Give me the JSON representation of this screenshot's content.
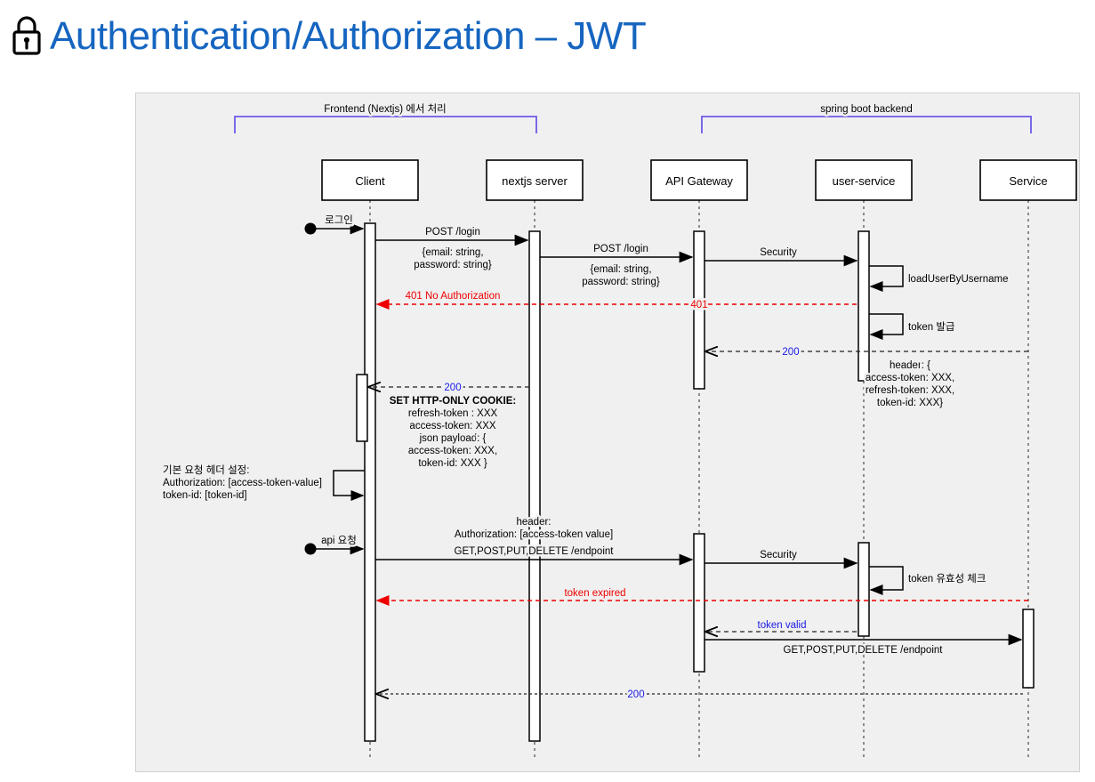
{
  "page": {
    "title": "Authentication/Authorization – JWT",
    "title_icon": "lock-icon",
    "title_color": "#1565c0",
    "background": "#ffffff",
    "diagram_background": "#f0f0f0"
  },
  "diagram": {
    "type": "uml-sequence-diagram",
    "groups": [
      {
        "label": "Frontend (Nextjs) 에서 처리",
        "color": "#6b5ce7",
        "from": "Client",
        "to": "nextjs server"
      },
      {
        "label": "spring boot backend",
        "color": "#6b5ce7",
        "from": "API Gateway",
        "to": "Service"
      }
    ],
    "participants": [
      {
        "id": "client",
        "label": "Client"
      },
      {
        "id": "nextjs",
        "label": "nextjs server"
      },
      {
        "id": "gateway",
        "label": "API Gateway"
      },
      {
        "id": "usersvc",
        "label": "user-service"
      },
      {
        "id": "service",
        "label": "Service"
      }
    ],
    "actor_starts": [
      {
        "label": "로그인"
      },
      {
        "label": "api 요청"
      }
    ],
    "messages": [
      {
        "id": "m1",
        "from": "client",
        "to": "nextjs",
        "label": "POST /login",
        "style": "solid-black"
      },
      {
        "id": "m1b",
        "note": "{email: string,\npassword: string}"
      },
      {
        "id": "m2",
        "from": "nextjs",
        "to": "gateway",
        "label": "POST /login",
        "style": "solid-black"
      },
      {
        "id": "m2b",
        "note": "{email: string,\npassword: string}"
      },
      {
        "id": "m3",
        "from": "gateway",
        "to": "usersvc",
        "label": "Security",
        "style": "solid-black"
      },
      {
        "id": "m4",
        "from": "usersvc",
        "to": "usersvc",
        "label": "loadUserByUsername",
        "style": "self-call"
      },
      {
        "id": "m5",
        "from": "usersvc",
        "to": "client",
        "label": "401 No Authorization",
        "label2": "401",
        "style": "dashed-red"
      },
      {
        "id": "m6",
        "from": "usersvc",
        "to": "usersvc",
        "label": "token 발급",
        "style": "self-call"
      },
      {
        "id": "m7",
        "from": "usersvc",
        "to": "gateway",
        "label": "200",
        "style": "dashed-blue",
        "note": "header: {\naccess-token: XXX,\nrefresh-token: XXX,\ntoken-id: XXX}"
      },
      {
        "id": "m8",
        "from": "nextjs",
        "to": "client",
        "label": "200",
        "style": "dashed-blue",
        "note": "SET HTTP-ONLY COOKIE:\nrefresh-token : XXX\naccess-token: XXX\njson payload: {\naccess-token: XXX,\ntoken-id: XXX }"
      },
      {
        "id": "m9",
        "from": "client",
        "to": "client",
        "label": "기본 요청 헤더 설정:\nAuthorization:  [access-token-value]\ntoken-id: [token-id]",
        "style": "self-call"
      },
      {
        "id": "m10",
        "from": "client",
        "to": "gateway",
        "label": "header:\nAuthorization: [access-token value]",
        "label2": "GET,POST,PUT,DELETE /endpoint",
        "style": "solid-black"
      },
      {
        "id": "m11",
        "from": "gateway",
        "to": "usersvc",
        "label": "Security",
        "style": "solid-black"
      },
      {
        "id": "m12",
        "from": "usersvc",
        "to": "usersvc",
        "label": "token 유효성 체크",
        "style": "self-call"
      },
      {
        "id": "m13",
        "from": "usersvc",
        "to": "client",
        "label": "token expired",
        "style": "dashed-red"
      },
      {
        "id": "m14",
        "from": "usersvc",
        "to": "gateway",
        "label": "token valid",
        "style": "dashed-blue-short"
      },
      {
        "id": "m15",
        "from": "gateway",
        "to": "service",
        "label": "GET,POST,PUT,DELETE /endpoint",
        "style": "solid-black"
      },
      {
        "id": "m16",
        "from": "service",
        "to": "client",
        "label": "200",
        "style": "dashed-blue"
      }
    ],
    "text": {
      "group_frontend": "Frontend (Nextjs) 에서 처리",
      "group_backend": "spring boot backend",
      "p_client": "Client",
      "p_nextjs": "nextjs server",
      "p_gateway": "API Gateway",
      "p_usersvc": "user-service",
      "p_service": "Service",
      "actor_login": "로그인",
      "actor_api": "api 요청",
      "post_login_1": "POST /login",
      "body_1_line1": "{email: string,",
      "body_1_line2": "password: string}",
      "post_login_2": "POST /login",
      "body_2_line1": "{email: string,",
      "body_2_line2": "password: string}",
      "security_1": "Security",
      "load_user": "loadUserByUsername",
      "err_401_full": "401 No Authorization",
      "err_401": "401",
      "token_issue": "token 발급",
      "ok_200_a": "200",
      "hdr_l1": "header",
      "hdr_l1b": ": {",
      "hdr_l2": "access-token: XXX,",
      "hdr_l3": "refresh-token: XXX,",
      "hdr_l4": "token-id: XXX}",
      "ok_200_b": "200",
      "cookie_l1": "SET HTTP-ONLY COOKIE:",
      "cookie_l2": "refresh-token : XXX",
      "cookie_l3": "access-token: XXX",
      "cookie_l4a": "json payload",
      "cookie_l4b": ": {",
      "cookie_l5": "access-token: XXX,",
      "cookie_l6": "token-id: XXX }",
      "hdrset_l1": "기본 요청 헤더 설정:",
      "hdrset_l2": "Authorization:  [access-token-value]",
      "hdrset_l3": "token-id: [token-id]",
      "req_hdr_l1": "header:",
      "req_hdr_l2": "Authorization: [access-token value]",
      "req_verbs_1": "GET,POST,PUT,DELETE /endpoint",
      "security_2": "Security",
      "token_check": "token 유효성 체크",
      "token_expired": "token expired",
      "token_valid": "token valid",
      "req_verbs_2": "GET,POST,PUT,DELETE /endpoint",
      "ok_200_c": "200"
    }
  },
  "colors": {
    "title": "#1565c0",
    "group_bracket": "#6b5ce7",
    "error": "#ee0000",
    "success": "#1a1ae6",
    "line": "#000000",
    "panel": "#f0f0f0"
  }
}
